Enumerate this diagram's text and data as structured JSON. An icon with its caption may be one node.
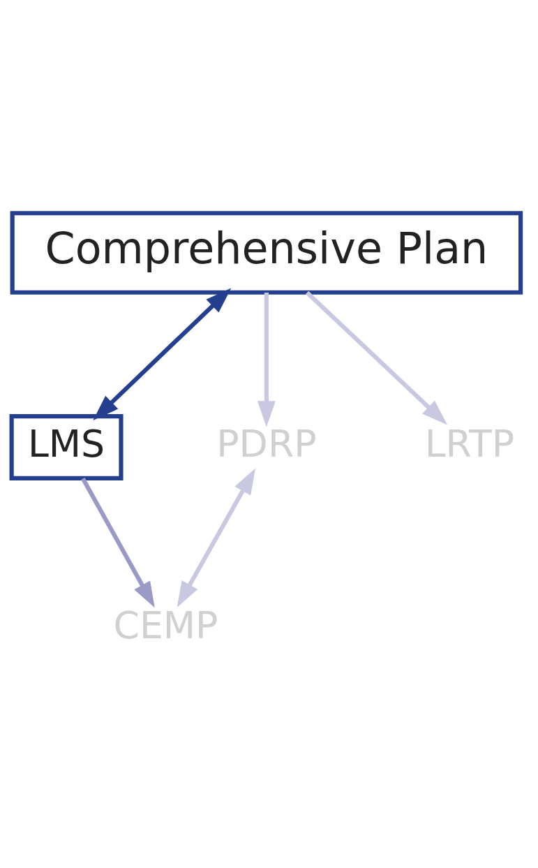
{
  "diagram": {
    "nodes": [
      {
        "text": [
          "Comprehensive Plan"
        ]
      },
      {
        "text": [
          "LMS"
        ]
      },
      {
        "text": [
          "PDRP"
        ]
      },
      {
        "text": [
          "LRTP"
        ]
      },
      {
        "text": [
          "CEMP"
        ]
      }
    ],
    "edges": [
      {
        "from": 0,
        "to": 1,
        "arrow": "both",
        "color": "#253f8f"
      },
      {
        "from": 0,
        "to": 2,
        "arrow": "to"
      },
      {
        "from": 0,
        "to": 3,
        "arrow": "to"
      },
      {
        "from": 1,
        "to": 4,
        "arrow": "to",
        "color": "#9b99c6"
      },
      {
        "from": 2,
        "to": 4,
        "arrow": "both"
      }
    ]
  }
}
